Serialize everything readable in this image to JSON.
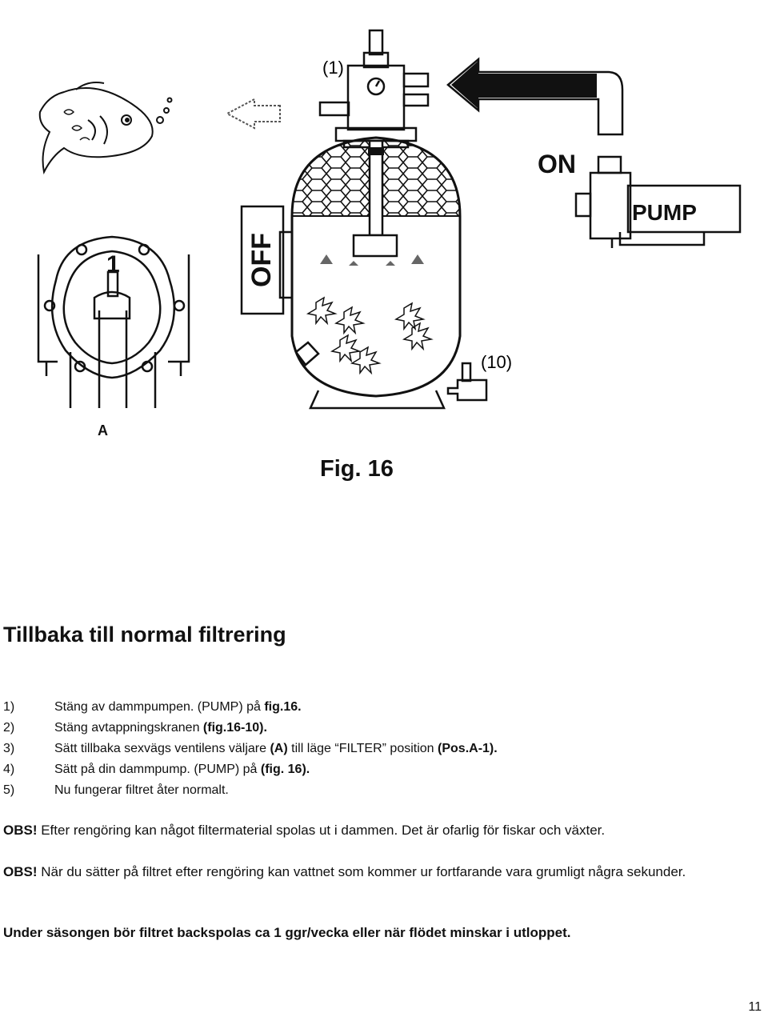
{
  "figure": {
    "label_valve": "(1)",
    "label_drain": "(10)",
    "label_on": "ON",
    "label_pump": "PUMP",
    "label_off": "OFF",
    "label_pos": "1",
    "label_a": "A",
    "caption": "Fig. 16"
  },
  "section": {
    "title": "Tillbaka till normal filtrering"
  },
  "steps": [
    {
      "num": "1)",
      "text": "Stäng av dammpumpen. (PUMP) på ",
      "bold": "fig.16."
    },
    {
      "num": "2)",
      "text": "Stäng avtappningskranen ",
      "bold": "(fig.16-10)."
    },
    {
      "num": "3)",
      "text": "Sätt tillbaka sexvägs ventilens väljare ",
      "bold": "(A)",
      "text2": " till läge “FILTER” position ",
      "bold2": "(Pos.A-1)."
    },
    {
      "num": "4)",
      "text": "Sätt på din dammpump.  (PUMP) på ",
      "bold": "(fig. 16)."
    },
    {
      "num": "5)",
      "text": "Nu fungerar filtret åter normalt."
    }
  ],
  "notes": {
    "obs1_label": "OBS!",
    "obs1_text": " Efter rengöring kan något filtermaterial spolas ut i dammen. Det är ofarlig för fiskar och växter.",
    "obs2_label": "OBS!",
    "obs2_text": " När du sätter på filtret efter rengöring kan vattnet som kommer ur fortfarande vara grumligt några sekunder.",
    "season": "Under säsongen bör filtret backspolas ca 1 ggr/vecka eller när flödet minskar i utloppet."
  },
  "page_number": "11"
}
